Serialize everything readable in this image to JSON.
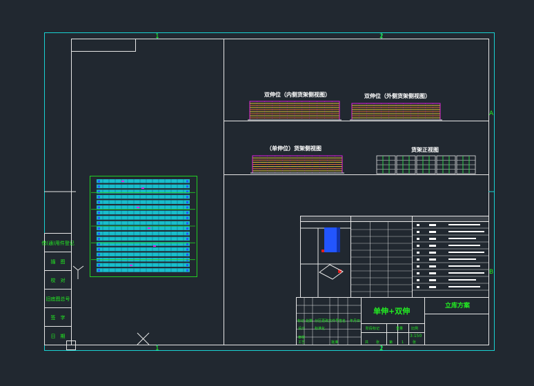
{
  "frame": {
    "zone_top_1": "1",
    "zone_top_2": "2",
    "zone_bottom_1": "1",
    "zone_bottom_2": "2",
    "zone_right_a": "A",
    "zone_right_b": "B"
  },
  "views": {
    "inner_view_title": "双伸位（内侧货架侧视图）",
    "outer_view_title": "双伸位（外侧货架侧视图）",
    "single_view_title": "（单伸位）货架侧视图",
    "front_view_title": "货架正视图"
  },
  "left_side_table": {
    "rows": [
      "借(通)用件登记",
      "描　图",
      "校　对",
      "旧底图总号",
      "签　字",
      "日　期"
    ]
  },
  "title_block": {
    "main_title": "单伸+双伸",
    "subtitle": "立库方案",
    "scale": "3:150",
    "row_labels": [
      "标记",
      "处数",
      "分区",
      "更改文件号",
      "签名",
      "年月日"
    ],
    "row_labels_2": [
      "设计",
      "标准化",
      "阶段标记",
      "重量",
      "比例"
    ],
    "row_labels_3": [
      "审核",
      "工艺",
      "批准",
      "共",
      "张",
      "第",
      "1",
      "张"
    ]
  },
  "colors": {
    "background": "#212830",
    "frame_cyan": "#19d3d3",
    "line_white": "#e8e8e8",
    "text_green": "#22ee22",
    "rack_cyan": "#17d8e8",
    "rack_magenta": "#e020e0",
    "rack_yellow": "#e6c832",
    "rack_orange": "#e07030",
    "box_blue": "#2255ff",
    "box_red": "#e02020"
  }
}
